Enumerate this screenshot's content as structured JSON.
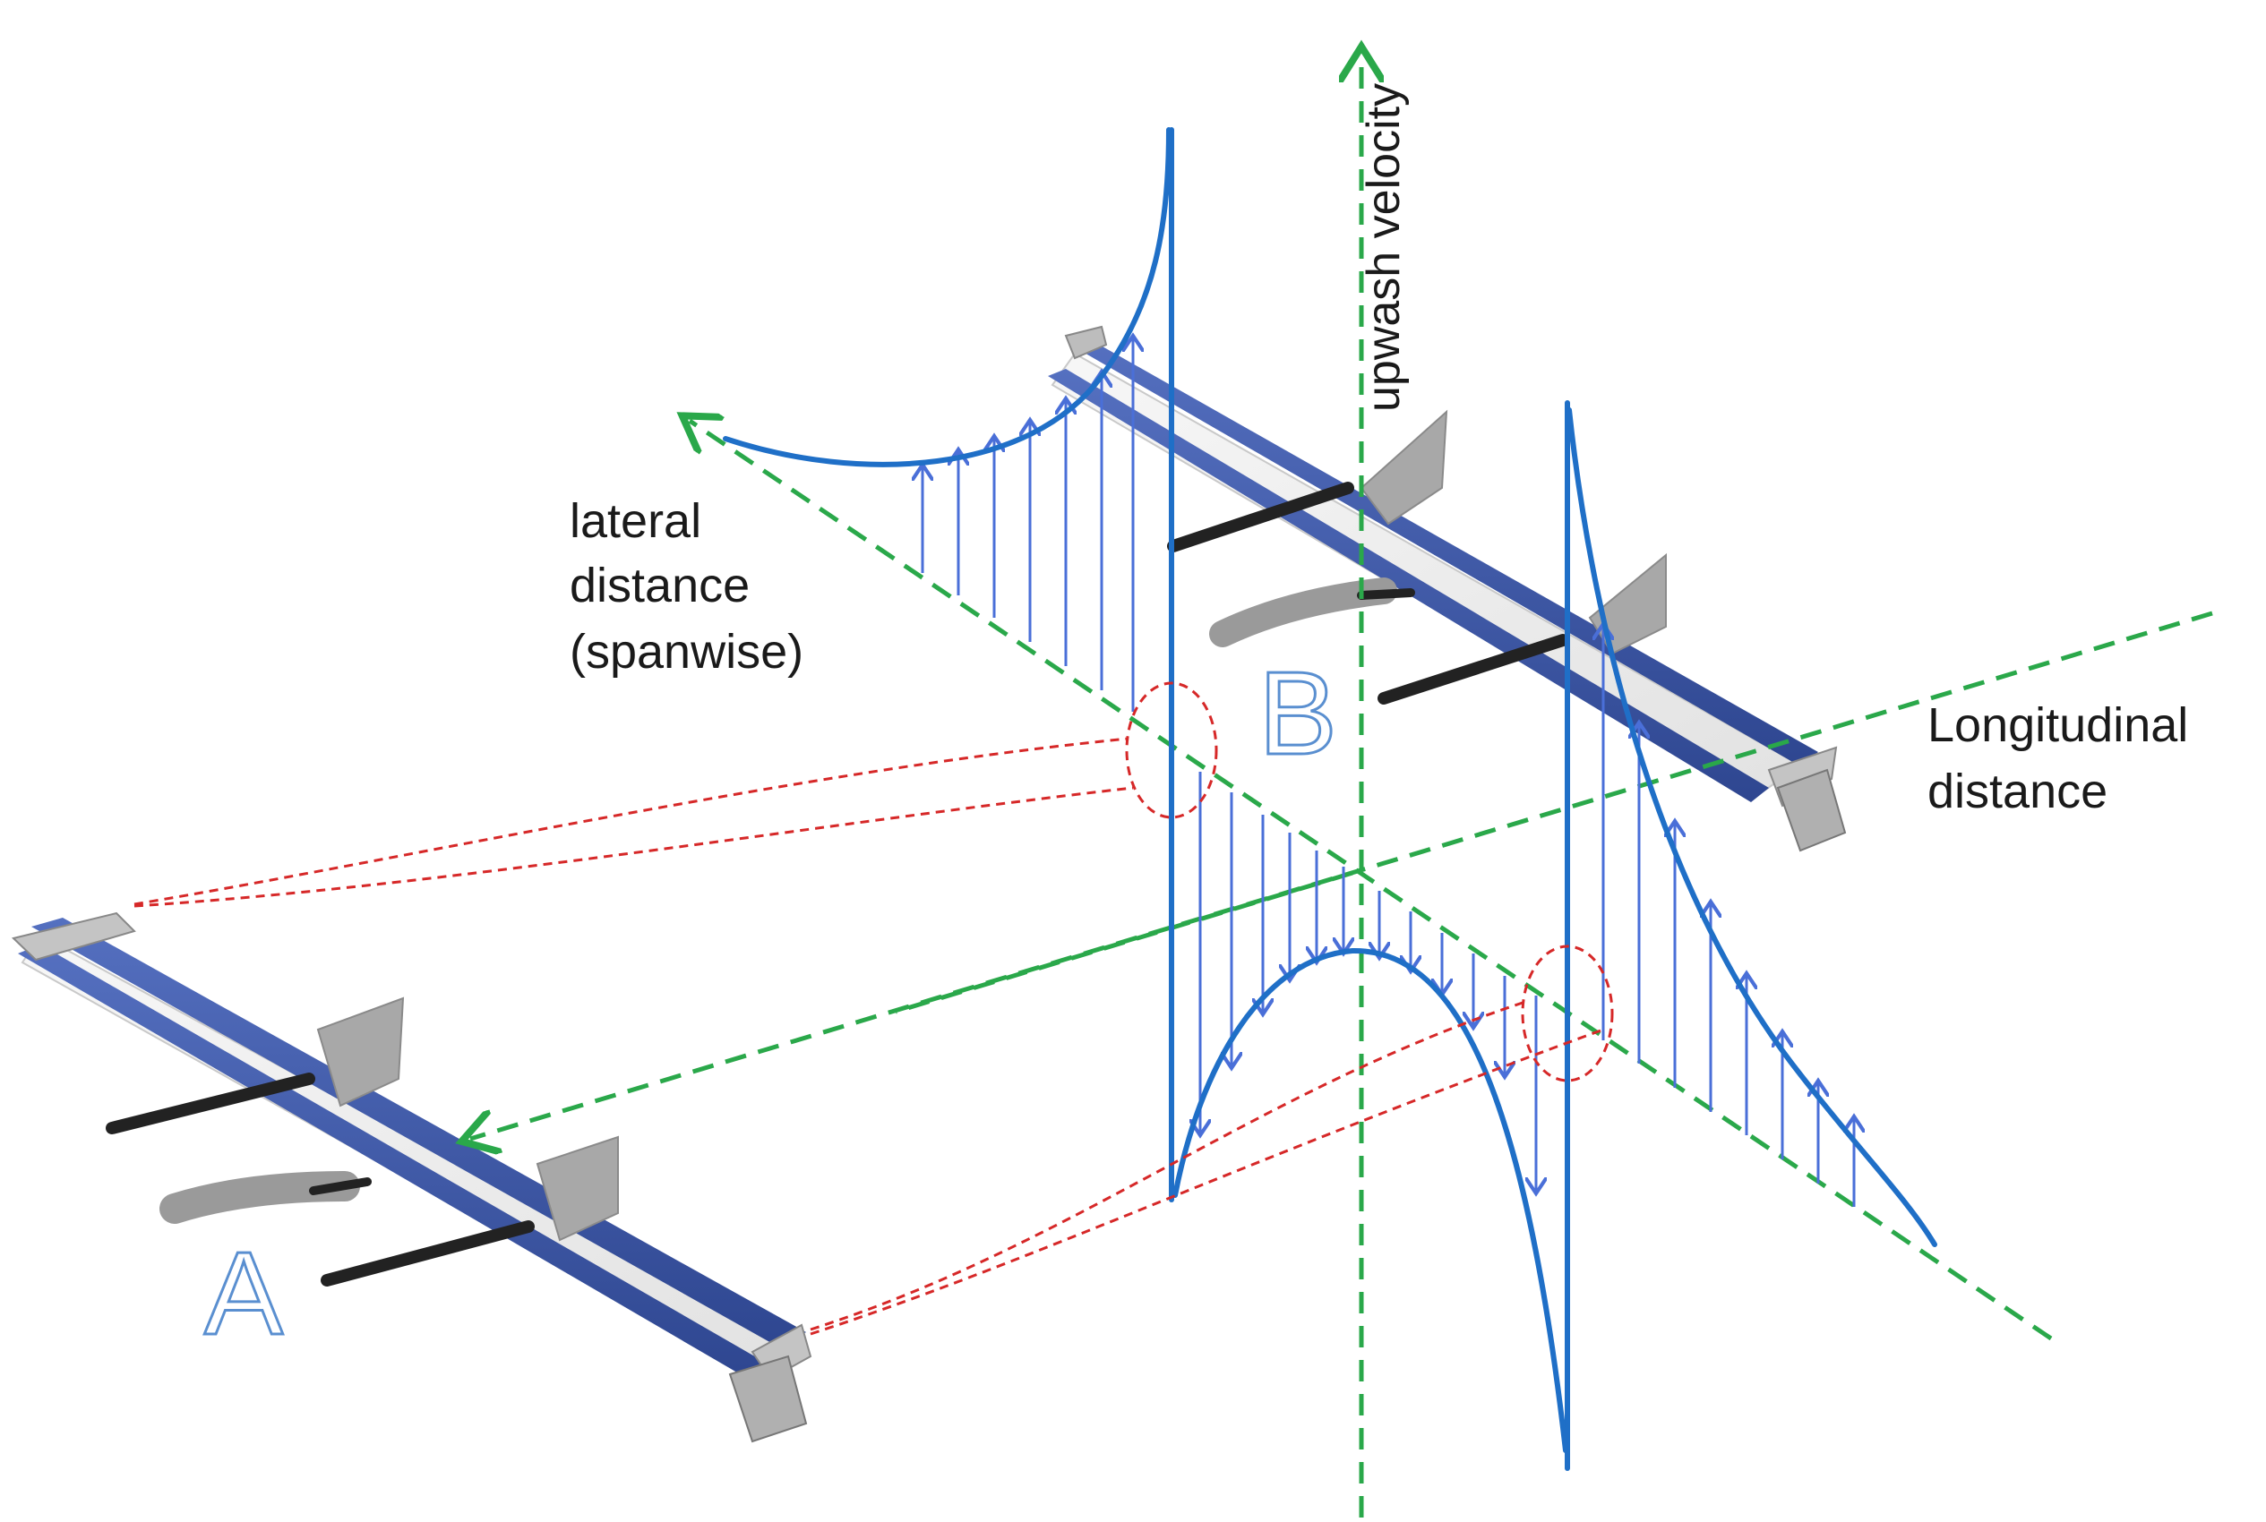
{
  "labels": {
    "upwash": "upwash velocity",
    "lateral_line1": "lateral",
    "lateral_line2": "distance",
    "lateral_line3": "(spanwise)",
    "longitudinal_line1": "Longitudinal",
    "longitudinal_line2": "distance",
    "aircraft_a": "A",
    "aircraft_b": "B"
  },
  "colors": {
    "axis": "#2aa84a",
    "profile": "#1f6fc7",
    "arrow": "#4a6fd8",
    "wake": "#d62828",
    "spar": "#3a55a8",
    "skin": "#f2f2f2",
    "fin": "#a8a8a8",
    "letter": "#5a8fd0"
  }
}
